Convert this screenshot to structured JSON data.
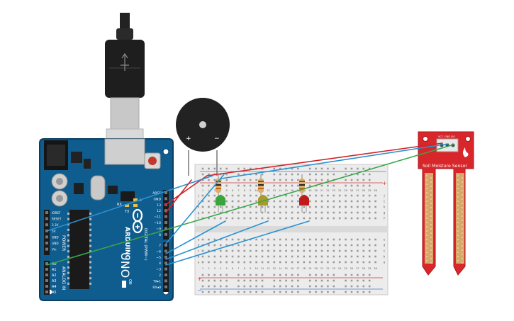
{
  "colors": {
    "arduino_board": "#0f5c8e",
    "arduino_edge": "#0a3f63",
    "header_black": "#1a1a1a",
    "usb_metal": "#c8c8c8",
    "breadboard": "#ececec",
    "breadboard_channel": "#dadada",
    "rail_red": "#d23a3a",
    "rail_blue": "#4a7cc4",
    "sensor_red": "#d9262a",
    "sensor_gold": "#d8a86a",
    "wire_red": "#d0242a",
    "wire_green": "#3aa648",
    "wire_blue": "#2a92d0",
    "led_green": "#3aa63a",
    "led_yellow": "#a89a2a",
    "led_red": "#c01a1a",
    "buzzer": "#222222"
  },
  "arduino": {
    "brand": "ARDUINO",
    "model": "UNO",
    "digital_header_label": "DIGITAL (PWM~)",
    "power_label": "POWER",
    "analog_label": "ANALOG IN",
    "on_label": "ON",
    "tx_label": "TX",
    "rx_label": "RX",
    "l_label": "L",
    "power_pins": [
      "IOREF",
      "RESET",
      "3.3V",
      "5V",
      "GND",
      "GND",
      "Vin"
    ],
    "analog_pins": [
      "A0",
      "A1",
      "A2",
      "A3",
      "A4",
      "A5"
    ],
    "digital_pins_top": [
      "AREF",
      "GND",
      "13",
      "12",
      "~11",
      "~10",
      "~9",
      "8"
    ],
    "digital_pins_bottom": [
      "7",
      "~6",
      "~5",
      "4",
      "~3",
      "2",
      "TX▸1",
      "RX◂0"
    ]
  },
  "buzzer": {
    "plus": "+",
    "minus": "−"
  },
  "breadboard": {
    "rail_plus": "+",
    "rail_minus": "−",
    "column_numbers": [
      "1",
      "2",
      "3",
      "4",
      "5",
      "6",
      "7",
      "8",
      "9",
      "10",
      "11",
      "12",
      "13",
      "14",
      "15",
      "16",
      "17",
      "18",
      "19",
      "20",
      "21",
      "22",
      "23",
      "24",
      "25",
      "26",
      "27",
      "28",
      "29",
      "30"
    ],
    "row_letters_top": [
      "j",
      "i",
      "h",
      "g",
      "f"
    ],
    "row_letters_bottom": [
      "e",
      "d",
      "c",
      "b",
      "a"
    ]
  },
  "sensor": {
    "title": "Soil Moisture Sensor",
    "pin_labels": [
      "VCC",
      "GND",
      "SIG"
    ]
  }
}
